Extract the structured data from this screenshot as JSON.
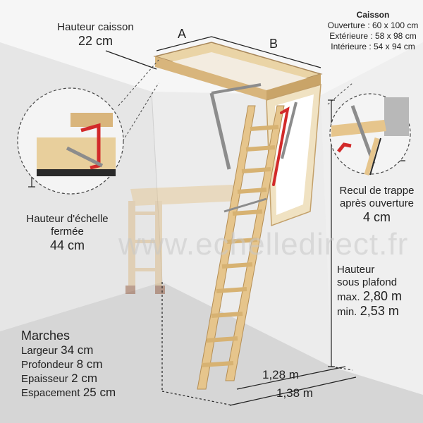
{
  "watermark": "www.echelledirect.fr",
  "caisson": {
    "title": "Caisson",
    "ouverture": "Ouverture : 60 x 100 cm",
    "exterieure": "Extérieure : 58 x 98 cm",
    "interieure": "Intérieure : 54 x 94 cm"
  },
  "hauteur_caisson": {
    "label": "Hauteur caisson",
    "value": "22 cm"
  },
  "dim_a": "A",
  "dim_b": "B",
  "hauteur_echelle": {
    "line1": "Hauteur d'échelle",
    "line2": "fermée",
    "value": "44 cm"
  },
  "recul": {
    "line1": "Recul de trappe",
    "line2": "après ouverture",
    "value": "4 cm"
  },
  "hauteur_plafond": {
    "line1": "Hauteur",
    "line2": "sous plafond",
    "max_label": "max.",
    "max_value": "2,80 m",
    "min_label": "min.",
    "min_value": "2,53 m"
  },
  "marches": {
    "title": "Marches",
    "rows": [
      {
        "label": "Largeur",
        "value": "34 cm"
      },
      {
        "label": "Profondeur",
        "value": "8 cm"
      },
      {
        "label": "Epaisseur",
        "value": "2 cm"
      },
      {
        "label": "Espacement",
        "value": "25 cm"
      }
    ]
  },
  "floor_dim_1": "1,28 m",
  "floor_dim_2": "1,38 m",
  "colors": {
    "wood": "#e9cf98",
    "wood_dark": "#c9a66a",
    "metal": "#8c8c8c",
    "red": "#d22a2a",
    "wall": "#e9e9e9",
    "floor": "#d8d8d8"
  }
}
